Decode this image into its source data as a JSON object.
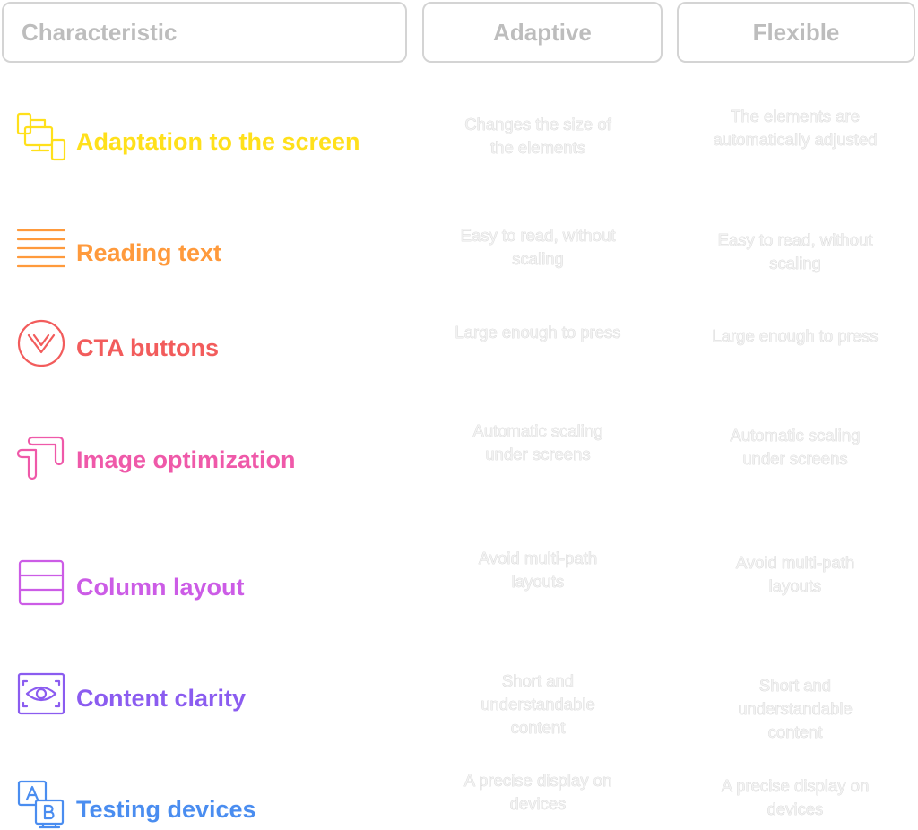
{
  "headers": {
    "characteristic": "Characteristic",
    "adaptive": "Adaptive",
    "flexible": "Flexible"
  },
  "rows": [
    {
      "icon": "devices-icon",
      "color": "#ffe01b",
      "label": "Adaptation to the screen",
      "adaptive": "Changes the size of the elements",
      "flexible": "The elements are automatically adjusted"
    },
    {
      "icon": "text-lines-icon",
      "color": "#ff9a3c",
      "label": "Reading text",
      "adaptive": "Easy to read, without scaling",
      "flexible": "Easy to read, without scaling"
    },
    {
      "icon": "chevron-circle-icon",
      "color": "#f25c5c",
      "label": "CTA buttons",
      "adaptive": "Large enough to press",
      "flexible": "Large enough to press"
    },
    {
      "icon": "image-optimization-icon",
      "color": "#ef59a9",
      "label": "Image optimization",
      "adaptive": "Automatic scaling under screens",
      "flexible": "Automatic scaling under screens"
    },
    {
      "icon": "column-layout-icon",
      "color": "#cc5ce6",
      "label": "Column layout",
      "adaptive": "Avoid multi-path layouts",
      "flexible": "Avoid multi-path layouts"
    },
    {
      "icon": "eye-frame-icon",
      "color": "#8b5cf0",
      "label": "Content clarity",
      "adaptive": "Short and understandable content",
      "flexible": "Short and understandable content"
    },
    {
      "icon": "ab-testing-icon",
      "color": "#4a8df0",
      "label": "Testing devices",
      "adaptive": "A precise display on devices",
      "flexible": "A precise display on devices"
    }
  ]
}
